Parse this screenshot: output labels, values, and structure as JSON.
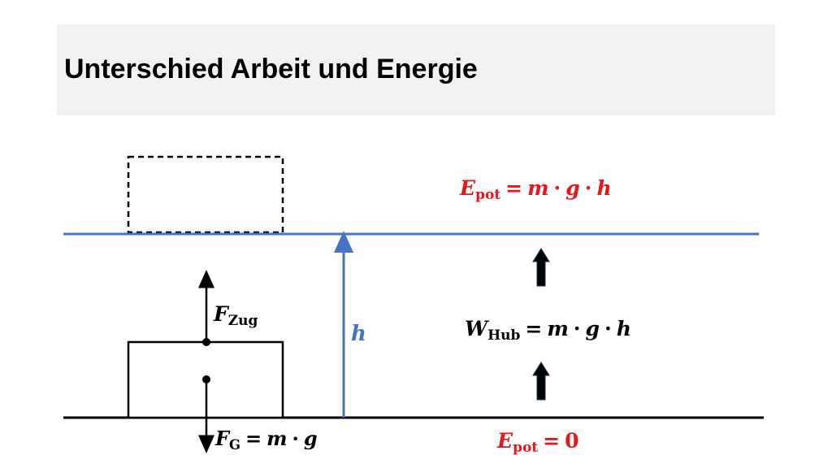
{
  "title": "Unterschied Arbeit und Energie",
  "colors": {
    "energy": "#e8151b",
    "height_line": "#4472c4",
    "ground": "#000000",
    "arrow": "#000000"
  },
  "formulas": {
    "epot_top": {
      "sym": "E",
      "sub": "pot",
      "eq": "=",
      "rhs": [
        "m",
        "g",
        "h"
      ]
    },
    "w_hub": {
      "sym": "W",
      "sub": "Hub",
      "eq": "=",
      "rhs": [
        "m",
        "g",
        "h"
      ]
    },
    "epot_bottom": {
      "sym": "E",
      "sub": "pot",
      "eq": "=",
      "rhs_value": "0"
    },
    "f_zug": {
      "sym": "F",
      "sub": "Zug"
    },
    "f_g": {
      "sym": "F",
      "sub": "G",
      "eq": "=",
      "rhs": [
        "m",
        "g"
      ]
    }
  },
  "height_label": "h"
}
